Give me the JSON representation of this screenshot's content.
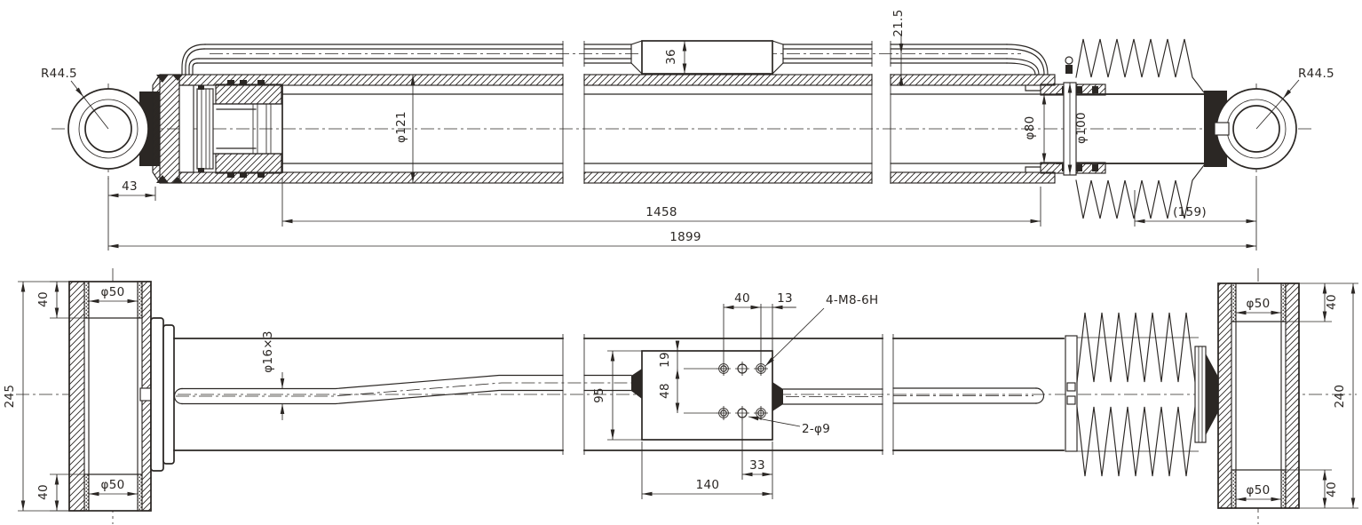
{
  "drawing": {
    "kind": "hydraulic-cylinder two-view section drawing",
    "colors": {
      "background": "#ffffff",
      "line": "#2b2724"
    }
  },
  "top": {
    "r_left": "R44.5",
    "r_right": "R44.5",
    "d43": "43",
    "d1458": "1458",
    "d1899": "1899",
    "d159": "(159)",
    "dia121": "φ121",
    "d36": "36",
    "d21_5": "21.5",
    "dia80": "φ80",
    "dia100": "φ100"
  },
  "bottom": {
    "d245": "245",
    "d240": "240",
    "d40": "40",
    "dia50": "φ50",
    "dia16": "φ16×3",
    "d95": "95",
    "d19": "19",
    "d48": "48",
    "d13": "13",
    "d33": "33",
    "d140": "140",
    "thread": "4-M8-6H",
    "holes": "2-φ9"
  }
}
